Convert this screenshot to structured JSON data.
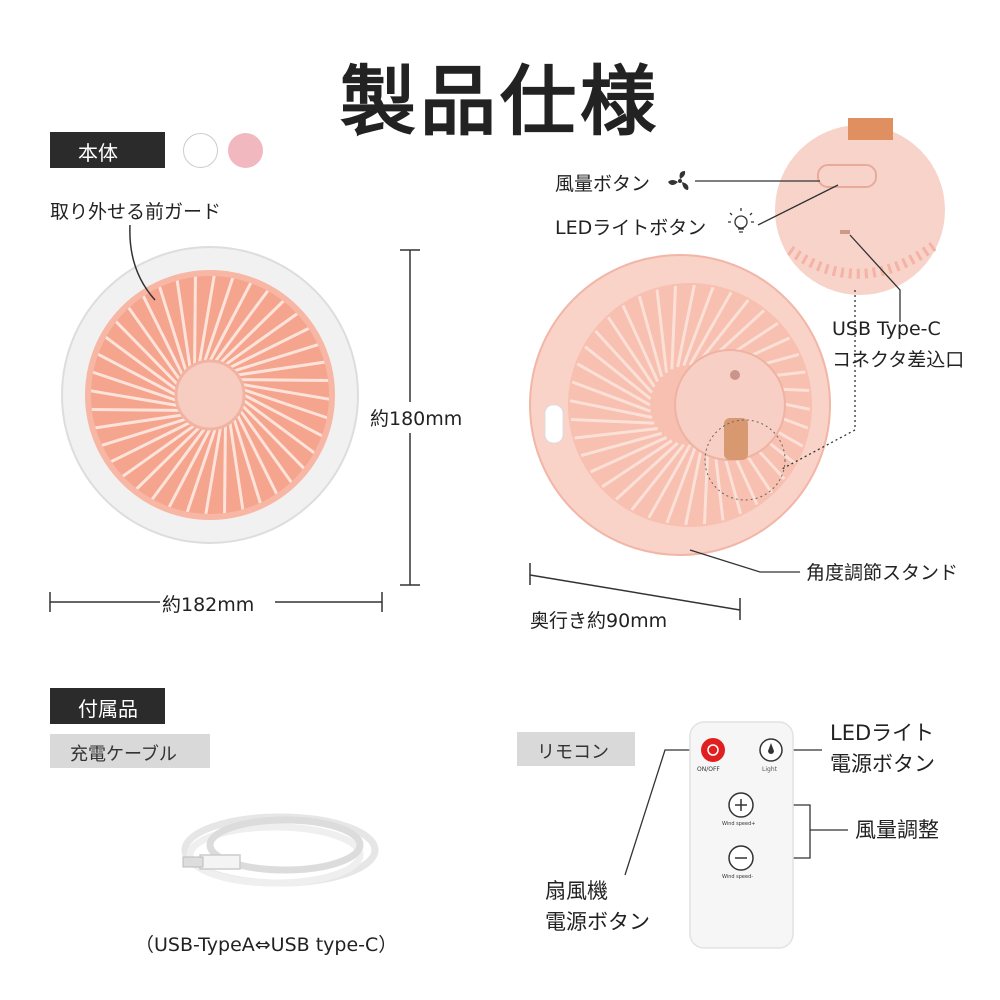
{
  "title": "製品仕様",
  "main_body": {
    "section_label": "本体",
    "color_options": [
      {
        "name": "white",
        "hex": "#ffffff"
      },
      {
        "name": "pink",
        "hex": "#f2b8c0"
      }
    ],
    "front_guard_label": "取り外せる前ガード",
    "height_label": "約180mm",
    "width_label": "約182mm",
    "wind_button_label": "風量ボタン",
    "led_button_label": "LEDライトボタン",
    "usb_label_line1": "USB Type-C",
    "usb_label_line2": "コネクタ差込口",
    "stand_label": "角度調節スタンド",
    "depth_label": "奥行き約90mm"
  },
  "accessories": {
    "section_label": "付属品",
    "cable_label": "充電ケーブル",
    "cable_caption": "（USB-TypeA⇔USB type-C）",
    "remote_label": "リモコン",
    "remote": {
      "on_off": "ON/OFF",
      "light": "Light",
      "wind_plus": "Wind speed+",
      "wind_minus": "Wind speed-",
      "led_power_line1": "LEDライト",
      "led_power_line2": "電源ボタン",
      "wind_adjust": "風量調整",
      "fan_power_line1": "扇風機",
      "fan_power_line2": "電源ボタン"
    }
  },
  "colors": {
    "fan_pink": "#f5a48e",
    "body_pink": "#f7d4cc",
    "dark": "#2b2b2b",
    "grey_label": "#d9d9d9",
    "power_red": "#e02020"
  }
}
